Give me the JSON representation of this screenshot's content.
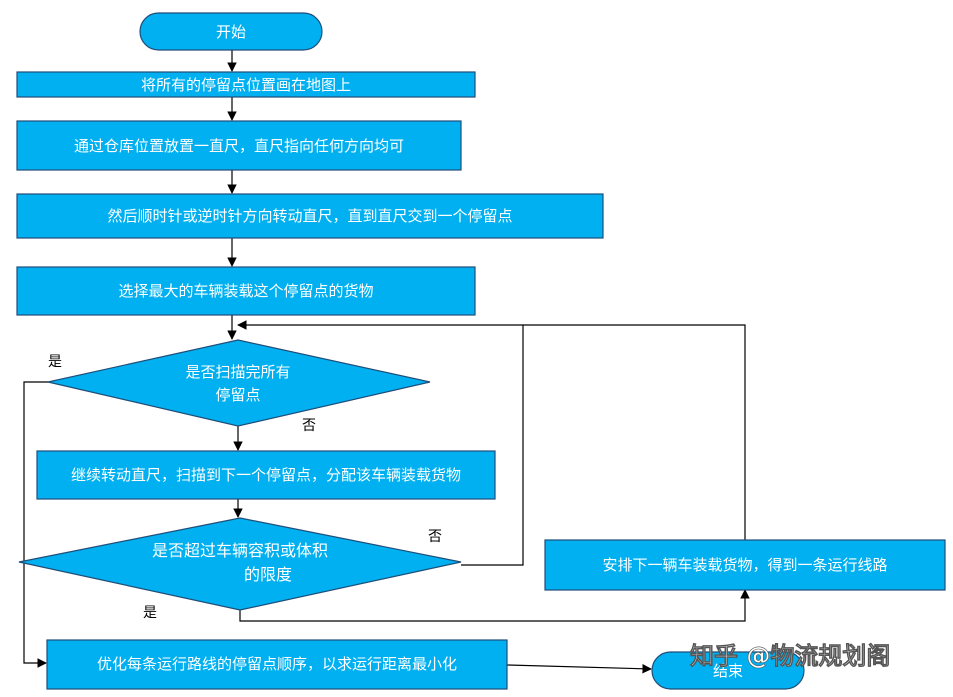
{
  "nodes": {
    "start": "开始",
    "step1": "将所有的停留点位置画在地图上",
    "step2": "通过仓库位置放置一直尺，直尺指向任何方向均可",
    "step3": "然后顺时针或逆时针方向转动直尺，直到直尺交到一个停留点",
    "step4": "选择最大的车辆装载这个停留点的货物",
    "decision1": [
      "是否扫描完所有",
      "停留点"
    ],
    "step5": "继续转动直尺，扫描到下一个停留点，分配该车辆装载货物",
    "decision2": [
      "是否超过车辆容积或体积",
      "的限度"
    ],
    "step6": "安排下一辆车装载货物，得到一条运行线路",
    "step7": "优化每条运行路线的停留点顺序，以求运行距离最小化",
    "end": "结束"
  },
  "labels": {
    "d1_yes": "是",
    "d1_no": "否",
    "d2_no": "否",
    "d2_yes": "是"
  },
  "watermark": "知乎 @物流规划阁",
  "colors": {
    "fill": "#00b0f0",
    "border": "#1f4e79",
    "text": "#ffffff"
  }
}
